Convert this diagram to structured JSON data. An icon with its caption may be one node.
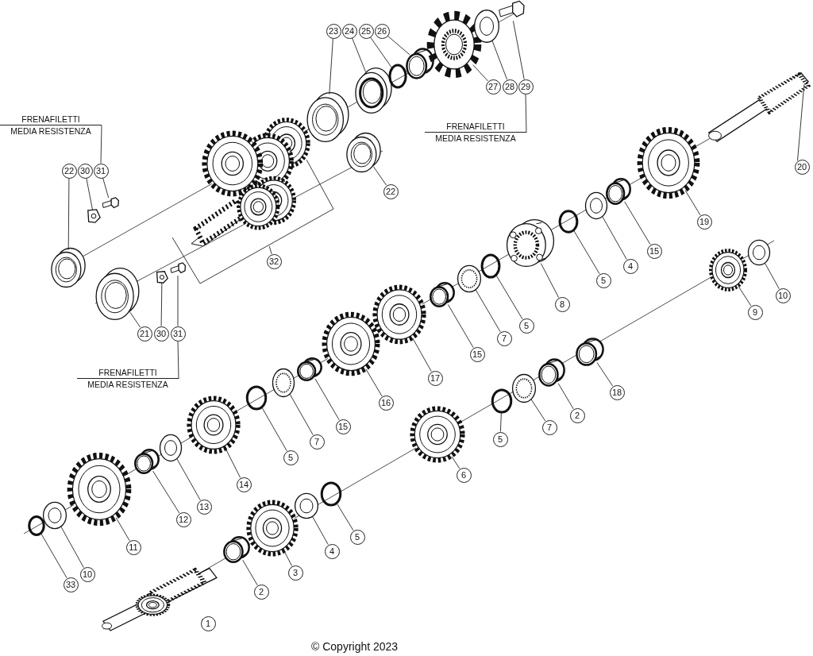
{
  "diagram": {
    "nodes": [
      {
        "text": [
          "23"
        ]
      },
      {
        "text": [
          "24"
        ]
      },
      {
        "text": [
          "25"
        ]
      },
      {
        "text": [
          "26"
        ]
      },
      {
        "text": [
          "27"
        ]
      },
      {
        "text": [
          "28"
        ]
      },
      {
        "text": [
          "29"
        ]
      },
      {
        "text": [
          "FRENAFILETTI",
          "MEDIA RESISTENZA"
        ]
      },
      {
        "text": [
          "FRENAFILETTI",
          "MEDIA RESISTENZA"
        ]
      },
      {
        "text": [
          "22"
        ]
      },
      {
        "text": [
          "30"
        ]
      },
      {
        "text": [
          "31"
        ]
      },
      {
        "text": [
          "20"
        ]
      },
      {
        "text": [
          "22"
        ]
      },
      {
        "text": [
          "19"
        ]
      },
      {
        "text": [
          "15"
        ]
      },
      {
        "text": [
          "4"
        ]
      },
      {
        "text": [
          "32"
        ]
      },
      {
        "text": [
          "5"
        ]
      },
      {
        "text": [
          "10"
        ]
      },
      {
        "text": [
          "8"
        ]
      },
      {
        "text": [
          "9"
        ]
      },
      {
        "text": [
          "5"
        ]
      },
      {
        "text": [
          "21"
        ]
      },
      {
        "text": [
          "30"
        ]
      },
      {
        "text": [
          "31"
        ]
      },
      {
        "text": [
          "7"
        ]
      },
      {
        "text": [
          "15"
        ]
      },
      {
        "text": [
          "FRENAFILETTI",
          "MEDIA RESISTENZA"
        ]
      },
      {
        "text": [
          "17"
        ]
      },
      {
        "text": [
          "18"
        ]
      },
      {
        "text": [
          "16"
        ]
      },
      {
        "text": [
          "2"
        ]
      },
      {
        "text": [
          "15"
        ]
      },
      {
        "text": [
          "7"
        ]
      },
      {
        "text": [
          "5"
        ]
      },
      {
        "text": [
          "7"
        ]
      },
      {
        "text": [
          "5"
        ]
      },
      {
        "text": [
          "6"
        ]
      },
      {
        "text": [
          "14"
        ]
      },
      {
        "text": [
          "13"
        ]
      },
      {
        "text": [
          "12"
        ]
      },
      {
        "text": [
          "5"
        ]
      },
      {
        "text": [
          "11"
        ]
      },
      {
        "text": [
          "4"
        ]
      },
      {
        "text": [
          "3"
        ]
      },
      {
        "text": [
          "10"
        ]
      },
      {
        "text": [
          "33"
        ]
      },
      {
        "text": [
          "2"
        ]
      },
      {
        "text": [
          "1"
        ]
      },
      {
        "text": [],
        "shape": "picture"
      },
      {
        "text": [],
        "shape": "picture"
      },
      {
        "text": [],
        "shape": "ring"
      },
      {
        "text": [],
        "shape": "cylinder"
      },
      {
        "text": [],
        "shape": "picture"
      },
      {
        "text": [],
        "shape": "picture"
      },
      {
        "text": [],
        "shape": "picture"
      },
      {
        "text": [],
        "shape": "picture"
      },
      {
        "text": [],
        "shape": "picture"
      },
      {
        "text": [],
        "shape": "picture"
      },
      {
        "text": [],
        "shape": "picture"
      },
      {
        "text": [],
        "shape": "picture"
      },
      {
        "text": [],
        "shape": "picture"
      },
      {
        "text": [],
        "shape": "cylinder"
      },
      {
        "text": [],
        "shape": "picture"
      },
      {
        "text": [],
        "shape": "picture"
      },
      {
        "text": [],
        "shape": "ring"
      },
      {
        "text": [],
        "shape": "picture"
      },
      {
        "text": [],
        "shape": "picture"
      },
      {
        "text": [],
        "shape": "picture"
      },
      {
        "text": [],
        "shape": "ring"
      },
      {
        "text": [],
        "shape": "picture"
      },
      {
        "text": [],
        "shape": "picture"
      },
      {
        "text": [],
        "shape": "picture"
      },
      {
        "text": [],
        "shape": "picture"
      },
      {
        "text": [],
        "shape": "cylinder"
      },
      {
        "text": [],
        "shape": "picture"
      },
      {
        "text": [],
        "shape": "cylinder"
      },
      {
        "text": [],
        "shape": "picture"
      },
      {
        "text": [],
        "shape": "cylinder"
      },
      {
        "text": [],
        "shape": "cylinder"
      },
      {
        "text": [],
        "shape": "picture"
      },
      {
        "text": [],
        "shape": "ring"
      },
      {
        "text": [],
        "shape": "picture"
      },
      {
        "text": [],
        "shape": "ring"
      },
      {
        "text": [],
        "shape": "picture"
      },
      {
        "text": [],
        "shape": "picture"
      },
      {
        "text": [],
        "shape": "picture"
      },
      {
        "text": [],
        "shape": "cylinder"
      },
      {
        "text": [],
        "shape": "ring"
      },
      {
        "text": [],
        "shape": "picture"
      },
      {
        "text": [],
        "shape": "picture"
      },
      {
        "text": [],
        "shape": "picture"
      },
      {
        "text": [],
        "shape": "picture"
      },
      {
        "text": [],
        "shape": "ring"
      },
      {
        "text": [],
        "shape": "cylinder"
      },
      {
        "text": [],
        "shape": "picture"
      }
    ],
    "edges": [
      {
        "from": 0,
        "to": 50,
        "arrow": "none"
      },
      {
        "from": 1,
        "to": 51,
        "arrow": "none"
      },
      {
        "from": 2,
        "to": 52,
        "arrow": "none"
      },
      {
        "from": 3,
        "to": 53,
        "arrow": "none"
      },
      {
        "from": 4,
        "to": 54,
        "arrow": "none"
      },
      {
        "from": 5,
        "to": 55,
        "arrow": "none"
      },
      {
        "from": 6,
        "to": 56,
        "arrow": "none"
      },
      {
        "from": 9,
        "to": 57,
        "arrow": "none"
      },
      {
        "from": 10,
        "to": 58,
        "arrow": "none"
      },
      {
        "from": 11,
        "to": 59,
        "arrow": "none"
      },
      {
        "from": 12,
        "to": 60,
        "arrow": "none"
      },
      {
        "from": 13,
        "to": 61,
        "arrow": "none"
      },
      {
        "from": 14,
        "to": 62,
        "arrow": "none"
      },
      {
        "from": 15,
        "to": 63,
        "arrow": "none"
      },
      {
        "from": 16,
        "to": 64,
        "arrow": "none"
      },
      {
        "from": 17,
        "to": 65,
        "arrow": "none"
      },
      {
        "from": 18,
        "to": 66,
        "arrow": "none"
      },
      {
        "from": 19,
        "to": 67,
        "arrow": "none"
      },
      {
        "from": 20,
        "to": 68,
        "arrow": "none"
      },
      {
        "from": 21,
        "to": 69,
        "arrow": "none"
      },
      {
        "from": 22,
        "to": 70,
        "arrow": "none"
      },
      {
        "from": 23,
        "to": 71,
        "arrow": "none"
      },
      {
        "from": 24,
        "to": 72,
        "arrow": "none"
      },
      {
        "from": 25,
        "to": 73,
        "arrow": "none"
      },
      {
        "from": 26,
        "to": 74,
        "arrow": "none"
      },
      {
        "from": 27,
        "to": 75,
        "arrow": "none"
      },
      {
        "from": 29,
        "to": 76,
        "arrow": "none"
      },
      {
        "from": 30,
        "to": 77,
        "arrow": "none"
      },
      {
        "from": 31,
        "to": 78,
        "arrow": "none"
      },
      {
        "from": 32,
        "to": 79,
        "arrow": "none"
      },
      {
        "from": 33,
        "to": 80,
        "arrow": "none"
      },
      {
        "from": 34,
        "to": 81,
        "arrow": "none"
      },
      {
        "from": 35,
        "to": 82,
        "arrow": "none"
      },
      {
        "from": 36,
        "to": 83,
        "arrow": "none"
      },
      {
        "from": 37,
        "to": 84,
        "arrow": "none"
      },
      {
        "from": 38,
        "to": 85,
        "arrow": "none"
      },
      {
        "from": 39,
        "to": 86,
        "arrow": "none"
      },
      {
        "from": 40,
        "to": 87,
        "arrow": "none"
      },
      {
        "from": 41,
        "to": 88,
        "arrow": "none"
      },
      {
        "from": 42,
        "to": 89,
        "arrow": "none"
      },
      {
        "from": 43,
        "to": 90,
        "arrow": "none"
      },
      {
        "from": 44,
        "to": 91,
        "arrow": "none"
      },
      {
        "from": 45,
        "to": 92,
        "arrow": "none"
      },
      {
        "from": 46,
        "to": 93,
        "arrow": "none"
      },
      {
        "from": 47,
        "to": 94,
        "arrow": "none"
      },
      {
        "from": 48,
        "to": 95,
        "arrow": "none"
      },
      {
        "from": 49,
        "to": 96,
        "arrow": "none"
      },
      {
        "from": 7,
        "to": 6,
        "arrow": "none"
      },
      {
        "from": 8,
        "to": 11,
        "arrow": "none"
      },
      {
        "from": 28,
        "to": 25,
        "arrow": "none"
      }
    ],
    "labels": [
      "© Copyright 2023"
    ]
  }
}
